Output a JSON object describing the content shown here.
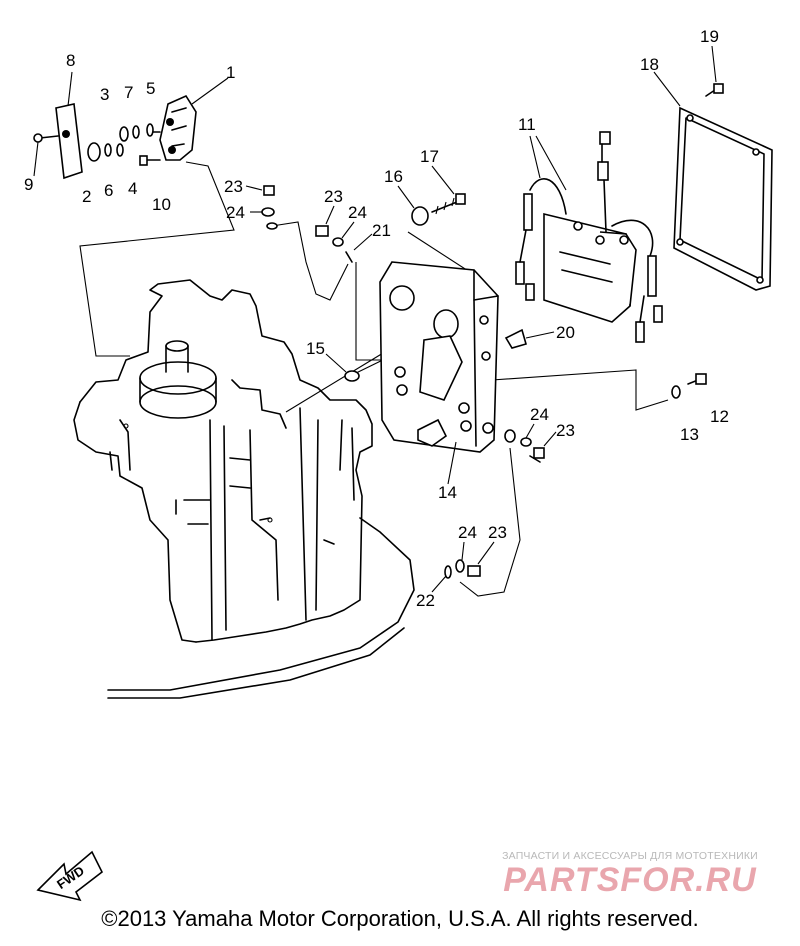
{
  "callouts": [
    {
      "id": "c1",
      "text": "1"
    },
    {
      "id": "c2",
      "text": "2"
    },
    {
      "id": "c3",
      "text": "3"
    },
    {
      "id": "c4",
      "text": "4"
    },
    {
      "id": "c5",
      "text": "5"
    },
    {
      "id": "c6",
      "text": "6"
    },
    {
      "id": "c7",
      "text": "7"
    },
    {
      "id": "c8",
      "text": "8"
    },
    {
      "id": "c9",
      "text": "9"
    },
    {
      "id": "c10",
      "text": "10"
    },
    {
      "id": "c11",
      "text": "11"
    },
    {
      "id": "c12",
      "text": "12"
    },
    {
      "id": "c13",
      "text": "13"
    },
    {
      "id": "c14",
      "text": "14"
    },
    {
      "id": "c15",
      "text": "15"
    },
    {
      "id": "c16",
      "text": "16"
    },
    {
      "id": "c17",
      "text": "17"
    },
    {
      "id": "c18",
      "text": "18"
    },
    {
      "id": "c19",
      "text": "19"
    },
    {
      "id": "c20",
      "text": "20"
    },
    {
      "id": "c21",
      "text": "21"
    },
    {
      "id": "c22",
      "text": "22"
    },
    {
      "id": "c23a",
      "text": "23"
    },
    {
      "id": "c23b",
      "text": "23"
    },
    {
      "id": "c23c",
      "text": "23"
    },
    {
      "id": "c23d",
      "text": "23"
    },
    {
      "id": "c24a",
      "text": "24"
    },
    {
      "id": "c24b",
      "text": "24"
    },
    {
      "id": "c24c",
      "text": "24"
    },
    {
      "id": "c24d",
      "text": "24"
    }
  ],
  "fwd_label": "FWD",
  "watermark": {
    "tagline": "ЗАПЧАСТИ И АКСЕССУАРЫ ДЛЯ МОТОТЕХНИКИ",
    "brand": "PARTSFOR.RU"
  },
  "copyright": "©2013 Yamaha Motor Corporation, U.S.A. All rights reserved."
}
